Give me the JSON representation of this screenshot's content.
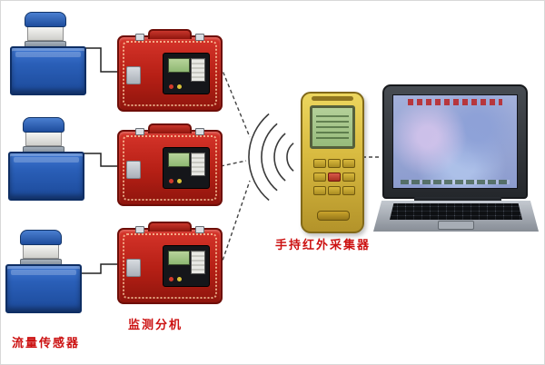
{
  "labels": {
    "flow_sensor": "流量传感器",
    "monitor_unit": "监测分机",
    "handheld_collector": "手持红外采集器"
  },
  "colors": {
    "label_text": "#cc1111",
    "case_red": "#b51f15",
    "tank_blue": "#2a5fb8",
    "handheld_yellow": "#d8ba40",
    "lcd_green": "#a6c48c",
    "panel_black": "#15161a"
  },
  "components": {
    "flow_sensor_count": 3,
    "monitor_unit_count": 3,
    "handheld_count": 1,
    "laptop_count": 1
  }
}
